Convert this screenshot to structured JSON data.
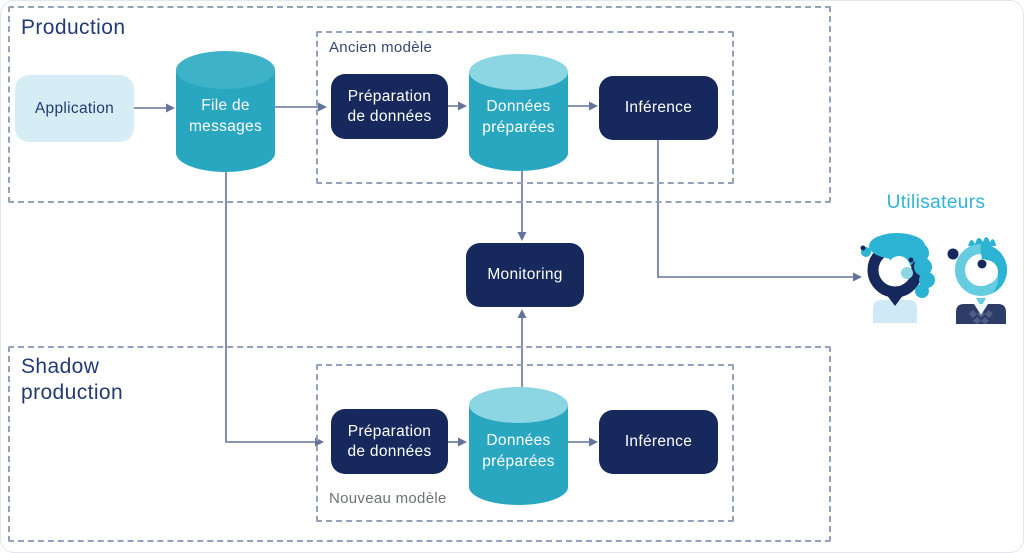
{
  "colors": {
    "navy": "#17295c",
    "teal": "#2aa7c0",
    "teal_top_file": "#3eb2c6",
    "teal_top_light": "#8bd6e2",
    "light_blue": "#d7edf5",
    "line": "#64739b",
    "dashed": "#94a1ba",
    "title_navy": "#223b72",
    "gray_label": "#6d7277",
    "cyan": "#2fb4d8",
    "bright_teal": "#2cb3d4",
    "ring_light_teal": "#66cde0",
    "pale_shirt": "#cfe9f6",
    "vest_navy": "#2e3d68",
    "vest_diamond": "#4f5f8a"
  },
  "production": {
    "title": "Production"
  },
  "shadow_production": {
    "title_line1": "Shadow",
    "title_line2": "production"
  },
  "old_model": {
    "label": "Ancien modèle"
  },
  "new_model": {
    "label": "Nouveau modèle"
  },
  "nodes": {
    "application": {
      "label": "Application"
    },
    "message_queue": {
      "line1": "File de",
      "line2": "messages"
    },
    "data_prep": {
      "line1": "Préparation",
      "line2": "de données"
    },
    "prepared_data": {
      "line1": "Données",
      "line2": "préparées"
    },
    "inference": {
      "label": "Inférence"
    },
    "monitoring": {
      "label": "Monitoring"
    }
  },
  "users": {
    "label": "Utilisateurs"
  }
}
